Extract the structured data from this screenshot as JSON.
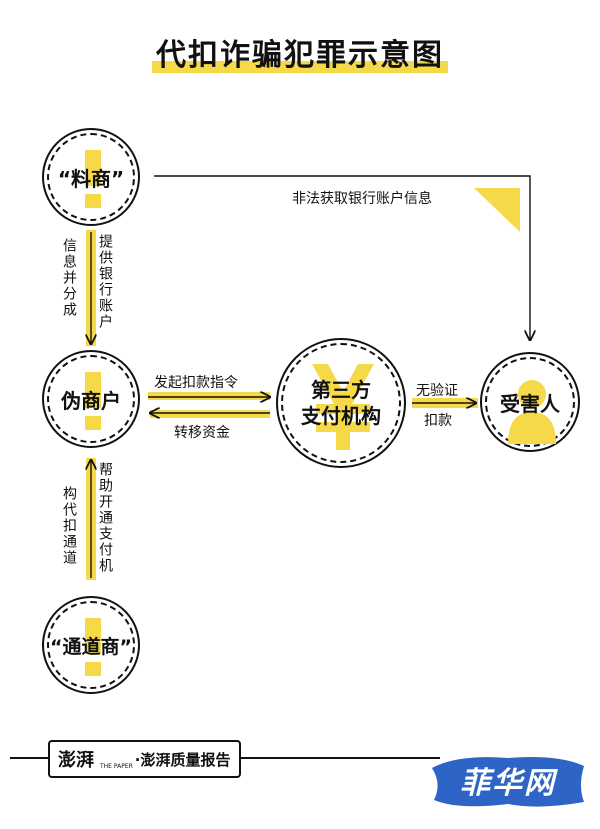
{
  "title": "代扣诈骗犯罪示意图",
  "nodes": {
    "liaoshang": "“料商”",
    "weishanghu": "伪商户",
    "third_party": "第三方\n支付机构",
    "victim": "受害人",
    "tongdaoshang": "“通道商”"
  },
  "edges": {
    "illegal_account": "非法获取银行账户信息",
    "provide_accounts": "提供银行账户",
    "info_share": "信息并分成",
    "initiate_debit": "发起扣款指令",
    "transfer_funds": "转移资金",
    "no_verification": "无验证",
    "debit": "扣款",
    "help_open": "帮助开通支付机",
    "build_channel": "构代扣通道"
  },
  "footer": {
    "brand_logo": "澎湃",
    "brand_sub": "THE PAPER",
    "brand_name": "·澎湃质量报告"
  },
  "watermark": "菲华网",
  "colors": {
    "accent": "#f6d948",
    "ink": "#111111",
    "watermark_blue": "#2f64c7"
  }
}
